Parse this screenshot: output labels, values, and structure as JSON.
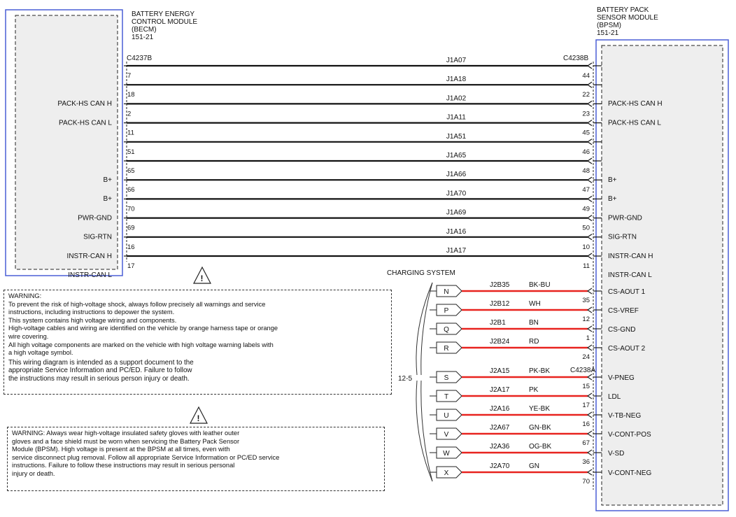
{
  "becm": {
    "title": [
      "BATTERY ENERGY",
      "CONTROL MODULE",
      "(BECM)",
      "151-21"
    ],
    "connector": "C4237B"
  },
  "bpsm": {
    "title": [
      "BATTERY PACK",
      "SENSOR MODULE",
      "(BPSM)",
      "151-21"
    ],
    "connector_top": "C4238B",
    "connector_charging": "C4238A"
  },
  "harness": [
    {
      "wire": "J1A07",
      "left_pin": "7",
      "right_pin": "44",
      "left_label": "",
      "right_label": ""
    },
    {
      "wire": "J1A18",
      "left_pin": "18",
      "right_pin": "22",
      "left_label": "PACK-HS CAN H",
      "right_label": "PACK-HS CAN H"
    },
    {
      "wire": "J1A02",
      "left_pin": "2",
      "right_pin": "23",
      "left_label": "PACK-HS CAN L",
      "right_label": "PACK-HS CAN L"
    },
    {
      "wire": "J1A11",
      "left_pin": "11",
      "right_pin": "45",
      "left_label": "",
      "right_label": ""
    },
    {
      "wire": "J1A51",
      "left_pin": "51",
      "right_pin": "46",
      "left_label": "",
      "right_label": ""
    },
    {
      "wire": "J1A65",
      "left_pin": "65",
      "right_pin": "48",
      "left_label": "B+",
      "right_label": "B+"
    },
    {
      "wire": "J1A66",
      "left_pin": "66",
      "right_pin": "47",
      "left_label": "B+",
      "right_label": "B+"
    },
    {
      "wire": "J1A70",
      "left_pin": "70",
      "right_pin": "49",
      "left_label": "PWR-GND",
      "right_label": "PWR-GND"
    },
    {
      "wire": "J1A69",
      "left_pin": "69",
      "right_pin": "50",
      "left_label": "SIG-RTN",
      "right_label": "SIG-RTN"
    },
    {
      "wire": "J1A16",
      "left_pin": "16",
      "right_pin": "10",
      "left_label": "INSTR-CAN H",
      "right_label": "INSTR-CAN H"
    },
    {
      "wire": "J1A17",
      "left_pin": "17",
      "right_pin": "11",
      "left_label": "INSTR-CAN L",
      "right_label": "INSTR-CAN L"
    }
  ],
  "charging_system": {
    "label": "CHARGING SYSTEM",
    "group_ref": "12-5",
    "wires": [
      {
        "terminal": "N",
        "circuit": "J2B35",
        "color_code": "BK-BU",
        "pin": "35",
        "label": "CS-AOUT 1",
        "color": "#e8231f"
      },
      {
        "terminal": "P",
        "circuit": "J2B12",
        "color_code": "WH",
        "pin": "12",
        "label": "CS-VREF",
        "color": "#e8231f"
      },
      {
        "terminal": "Q",
        "circuit": "J2B1",
        "color_code": "BN",
        "pin": "1",
        "label": "CS-GND",
        "color": "#e8231f"
      },
      {
        "terminal": "R",
        "circuit": "J2B24",
        "color_code": "RD",
        "pin": "24",
        "label": "CS-AOUT 2",
        "color": "#e8231f"
      },
      {
        "terminal": "S",
        "circuit": "J2A15",
        "color_code": "PK-BK",
        "pin": "15",
        "label": "V-PNEG",
        "color": "#e8231f"
      },
      {
        "terminal": "T",
        "circuit": "J2A17",
        "color_code": "PK",
        "pin": "17",
        "label": "LDL",
        "color": "#e8231f"
      },
      {
        "terminal": "U",
        "circuit": "J2A16",
        "color_code": "YE-BK",
        "pin": "16",
        "label": "V-TB-NEG",
        "color": "#e8231f"
      },
      {
        "terminal": "V",
        "circuit": "J2A67",
        "color_code": "GN-BK",
        "pin": "67",
        "label": "V-CONT-POS",
        "color": "#e8231f"
      },
      {
        "terminal": "W",
        "circuit": "J2A36",
        "color_code": "OG-BK",
        "pin": "36",
        "label": "V-SD",
        "color": "#e8231f"
      },
      {
        "terminal": "X",
        "circuit": "J2A70",
        "color_code": "GN",
        "pin": "70",
        "label": "V-CONT-NEG",
        "color": "#e8231f"
      }
    ]
  },
  "warnings": {
    "symbol": "!",
    "warning1": [
      "WARNING:",
      "To prevent the risk of high-voltage shock, always follow precisely all warnings and service",
      "instructions, including instructions to depower the system.",
      "This system contains high voltage wiring and components.",
      "High-voltage cables and wiring are identified on the vehicle by orange harness tape or orange",
      "wire covering.",
      "All high voltage components are marked on the vehicle with high voltage warning labels with",
      "a high voltage symbol."
    ],
    "warning1_note": [
      "This wiring diagram is intended as a support document to the",
      "appropriate Service Information and PC/ED.  Failure to follow",
      "the instructions may result in serious person injury or death."
    ],
    "warning2": [
      "WARNING: Always wear high-voltage insulated safety gloves with leather outer",
      "gloves and a face shield must be worn when servicing the Battery Pack Sensor",
      "Module (BPSM). High voltage is present at the BPSM at all times, even with",
      "service disconnect plug removal. Follow all appropriate Service Information or PC/ED service",
      "instructions. Failure to follow these instructions may result in serious personal",
      "injury or death."
    ]
  },
  "colors": {
    "module_frame": "#4a5fd6",
    "module_fill": "#eeeeee",
    "harness_wire": "#111111",
    "charging_wire": "#e8231f"
  }
}
